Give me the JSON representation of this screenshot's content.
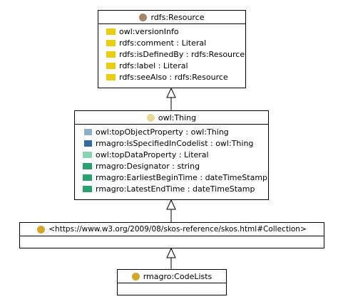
{
  "classes": {
    "resource": {
      "name": "rdfs:Resource",
      "icon": "class-circle-brown",
      "icon_color": "#a4866a",
      "attributes": [
        {
          "label": "owl:versionInfo",
          "icon": "annotation-property-square",
          "color": "#ebcd10"
        },
        {
          "label": "rdfs:comment : Literal",
          "icon": "annotation-property-square",
          "color": "#ebcd10"
        },
        {
          "label": "rdfs:isDefinedBy : rdfs:Resource",
          "icon": "annotation-property-square",
          "color": "#ebcd10"
        },
        {
          "label": "rdfs:label : Literal",
          "icon": "annotation-property-square",
          "color": "#ebcd10"
        },
        {
          "label": "rdfs:seeAlso : rdfs:Resource",
          "icon": "annotation-property-square",
          "color": "#ebcd10"
        }
      ]
    },
    "thing": {
      "name": "owl:Thing",
      "icon": "class-circle-pale-yellow",
      "icon_color": "#e8d894",
      "attributes": [
        {
          "label": "owl:topObjectProperty : owl:Thing",
          "icon": "object-property-square",
          "color": "#8ab0cc"
        },
        {
          "label": "rmagro:IsSpecifiedInCodelist : owl:Thing",
          "icon": "object-property-square",
          "color": "#2e6da4"
        },
        {
          "label": "owl:topDataProperty : Literal",
          "icon": "data-property-square",
          "color": "#8ad4b4"
        },
        {
          "label": "rmagro:Designator : string",
          "icon": "data-property-square",
          "color": "#2aa06e"
        },
        {
          "label": "rmagro:EarliestBeginTime : dateTimeStamp",
          "icon": "data-property-square",
          "color": "#2aa06e"
        },
        {
          "label": "rmagro:LatestEndTime : dateTimeStamp",
          "icon": "data-property-square",
          "color": "#2aa06e"
        }
      ]
    },
    "collection": {
      "name": "<https://www.w3.org/2009/08/skos-reference/skos.html#Collection>",
      "icon": "class-circle-gold",
      "icon_color": "#d4a62a"
    },
    "codelists": {
      "name": "rmagro:CodeLists",
      "icon": "class-circle-gold",
      "icon_color": "#d4a62a"
    }
  }
}
